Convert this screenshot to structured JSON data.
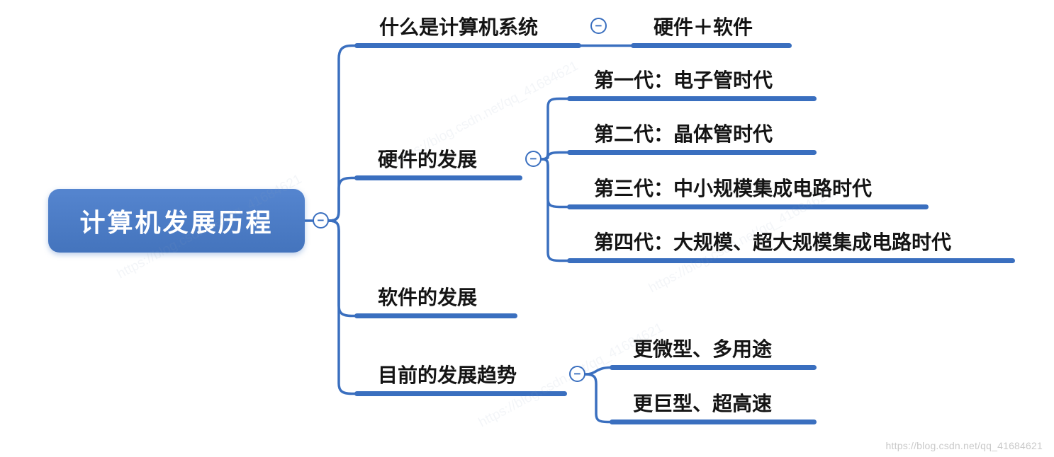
{
  "colors": {
    "line": "#3a6fbf",
    "underline": "#3a6fbf",
    "root_bg": "#4a7cc8",
    "text": "#141414",
    "watermark": "#c9c9c9"
  },
  "icons": {
    "collapse_glyph": "−"
  },
  "root": {
    "label": "计算机发展历程"
  },
  "branches": [
    {
      "label": "什么是计算机系统",
      "children": [
        {
          "label": "硬件＋软件"
        }
      ]
    },
    {
      "label": "硬件的发展",
      "children": [
        {
          "label": "第一代：电子管时代"
        },
        {
          "label": "第二代：晶体管时代"
        },
        {
          "label": "第三代：中小规模集成电路时代"
        },
        {
          "label": "第四代：大规模、超大规模集成电路时代"
        }
      ]
    },
    {
      "label": "软件的发展",
      "children": []
    },
    {
      "label": "目前的发展趋势",
      "children": [
        {
          "label": "更微型、多用途"
        },
        {
          "label": "更巨型、超高速"
        }
      ]
    }
  ],
  "watermark": {
    "bottom_right": "https://blog.csdn.net/qq_41684621",
    "diagonal": "https://blog.csdn.net/qq_41684621"
  }
}
